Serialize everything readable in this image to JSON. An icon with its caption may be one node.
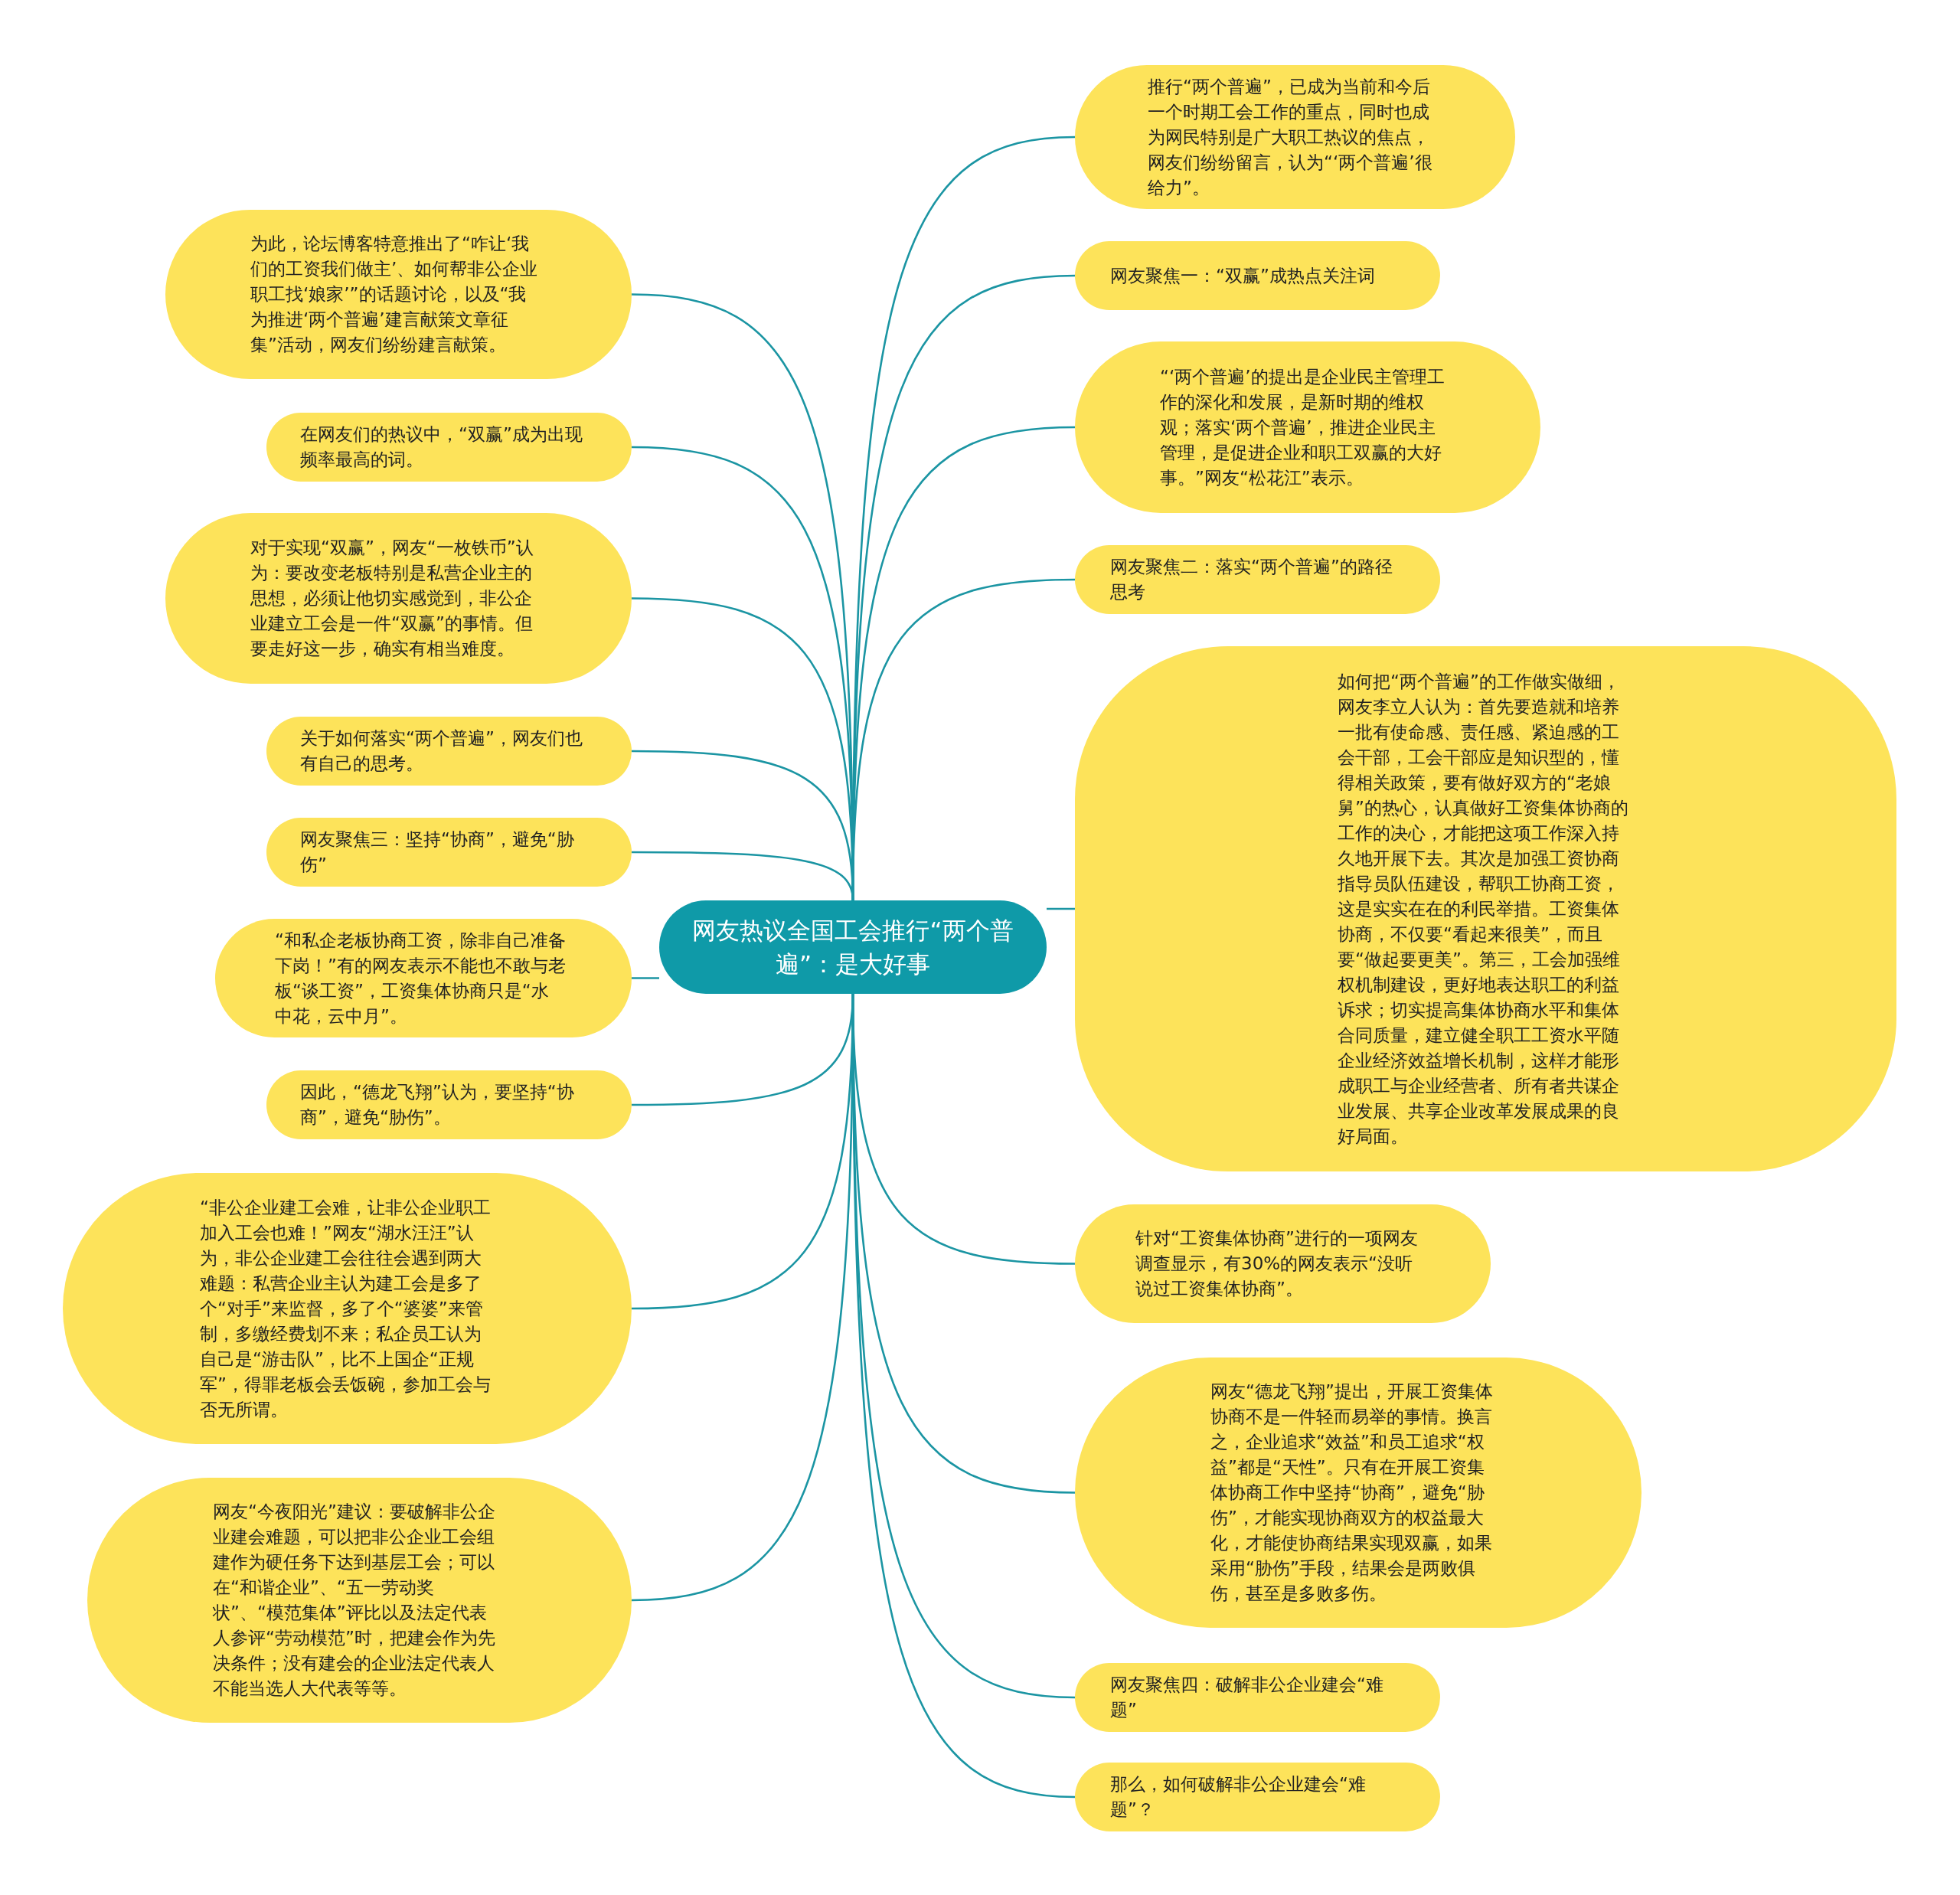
{
  "diagram": {
    "nodes": [
      {
        "text": [
          "网友热议全国工会推行“两个普遍”：是大好事"
        ]
      },
      {
        "text": [
          "推行“两个普遍”，已成为当前和今后一个时期工会工作的重点，同时也成为网民特别是广大职工热议的焦点，网友们纷纷留言，认为“‘两个普遍’很给力”。"
        ]
      },
      {
        "text": [
          "网友聚焦一：“双赢”成热点关注词"
        ]
      },
      {
        "text": [
          "“‘两个普遍’的提出是企业民主管理工作的深化和发展，是新时期的维权观；落实‘两个普遍’，推进企业民主管理，是促进企业和职工双赢的大好事。”网友“松花江”表示。"
        ]
      },
      {
        "text": [
          "网友聚焦二：落实“两个普遍”的路径思考"
        ]
      },
      {
        "text": [
          "如何把“两个普遍”的工作做实做细，网友李立人认为：首先要造就和培养一批有使命感、责任感、紧迫感的工会干部，工会干部应是知识型的，懂得相关政策，要有做好双方的“老娘舅”的热心，认真做好工资集体协商的工作的决心，才能把这项工作深入持久地开展下去。其次是加强工资协商指导员队伍建设，帮职工协商工资，这是实实在在的利民举措。工资集体协商，不仅要“看起来很美”，而且要“做起要更美”。第三，工会加强维权机制建设，更好地表达职工的利益诉求；切实提高集体协商水平和集体合同质量，建立健全职工工资水平随企业经济效益增长机制，这样才能形成职工与企业经营者、所有者共谋企业发展、共享企业改革发展成果的良好局面。"
        ]
      },
      {
        "text": [
          "针对“工资集体协商”进行的一项网友调查显示，有30%的网友表示“没听说过工资集体协商”。"
        ]
      },
      {
        "text": [
          "网友“德龙飞翔”提出，开展工资集体协商不是一件轻而易举的事情。换言之，企业追求“效益”和员工追求“权益”都是“天性”。只有在开展工资集体协商工作中坚持“协商”，避免“胁伤”，才能实现协商双方的权益最大化，才能使协商结果实现双赢，如果采用“胁伤”手段，结果会是两败俱伤，甚至是多败多伤。"
        ]
      },
      {
        "text": [
          "网友聚焦四：破解非公企业建会“难题”"
        ]
      },
      {
        "text": [
          "那么，如何破解非公企业建会“难题”？"
        ]
      },
      {
        "text": [
          "为此，论坛博客特意推出了“咋让‘我们的工资我们做主’、如何帮非公企业职工找‘娘家’”的话题讨论，以及“我为推进‘两个普遍’建言献策文章征集”活动，网友们纷纷建言献策。"
        ]
      },
      {
        "text": [
          "在网友们的热议中，“双赢”成为出现频率最高的词。"
        ]
      },
      {
        "text": [
          "对于实现“双赢”，网友“一枚铁币”认为：要改变老板特别是私营企业主的思想，必须让他切实感觉到，非公企业建立工会是一件“双赢”的事情。但要走好这一步，确实有相当难度。"
        ]
      },
      {
        "text": [
          "关于如何落实“两个普遍”，网友们也有自己的思考。"
        ]
      },
      {
        "text": [
          "网友聚焦三：坚持“协商”，避免“胁伤”"
        ]
      },
      {
        "text": [
          "“和私企老板协商工资，除非自己准备下岗！”有的网友表示不能也不敢与老板“谈工资”，工资集体协商只是“水中花，云中月”。"
        ]
      },
      {
        "text": [
          "因此，“德龙飞翔”认为，要坚持“协商”，避免“胁伤”。"
        ]
      },
      {
        "text": [
          "“非公企业建工会难，让非公企业职工加入工会也难！”网友“湖水汪汪”认为，非公企业建工会往往会遇到两大难题：私营企业主认为建工会是多了个“对手”来监督，多了个“婆婆”来管制，多缴经费划不来；私企员工认为自己是“游击队”，比不上国企“正规军”，得罪老板会丢饭碗，参加工会与否无所谓。"
        ]
      },
      {
        "text": [
          "网友“今夜阳光”建议：要破解非公企业建会难题，可以把非公企业工会组建作为硬任务下达到基层工会；可以在“和谐企业”、“五一劳动奖状”、“模范集体”评比以及法定代表人参评“劳动模范”时，把建会作为先决条件；没有建会的企业法定代表人不能当选人大代表等等。"
        ]
      }
    ],
    "edges": [
      {
        "from": 0,
        "to": 1,
        "arrow": "none"
      },
      {
        "from": 0,
        "to": 2,
        "arrow": "none"
      },
      {
        "from": 0,
        "to": 3,
        "arrow": "none"
      },
      {
        "from": 0,
        "to": 4,
        "arrow": "none"
      },
      {
        "from": 0,
        "to": 5,
        "arrow": "none"
      },
      {
        "from": 0,
        "to": 6,
        "arrow": "none"
      },
      {
        "from": 0,
        "to": 7,
        "arrow": "none"
      },
      {
        "from": 0,
        "to": 8,
        "arrow": "none"
      },
      {
        "from": 0,
        "to": 9,
        "arrow": "none"
      },
      {
        "from": 0,
        "to": 10,
        "arrow": "none"
      },
      {
        "from": 0,
        "to": 11,
        "arrow": "none"
      },
      {
        "from": 0,
        "to": 12,
        "arrow": "none"
      },
      {
        "from": 0,
        "to": 13,
        "arrow": "none"
      },
      {
        "from": 0,
        "to": 14,
        "arrow": "none"
      },
      {
        "from": 0,
        "to": 15,
        "arrow": "none"
      },
      {
        "from": 0,
        "to": 16,
        "arrow": "none"
      },
      {
        "from": 0,
        "to": 17,
        "arrow": "none"
      },
      {
        "from": 0,
        "to": 18,
        "arrow": "none"
      }
    ]
  }
}
